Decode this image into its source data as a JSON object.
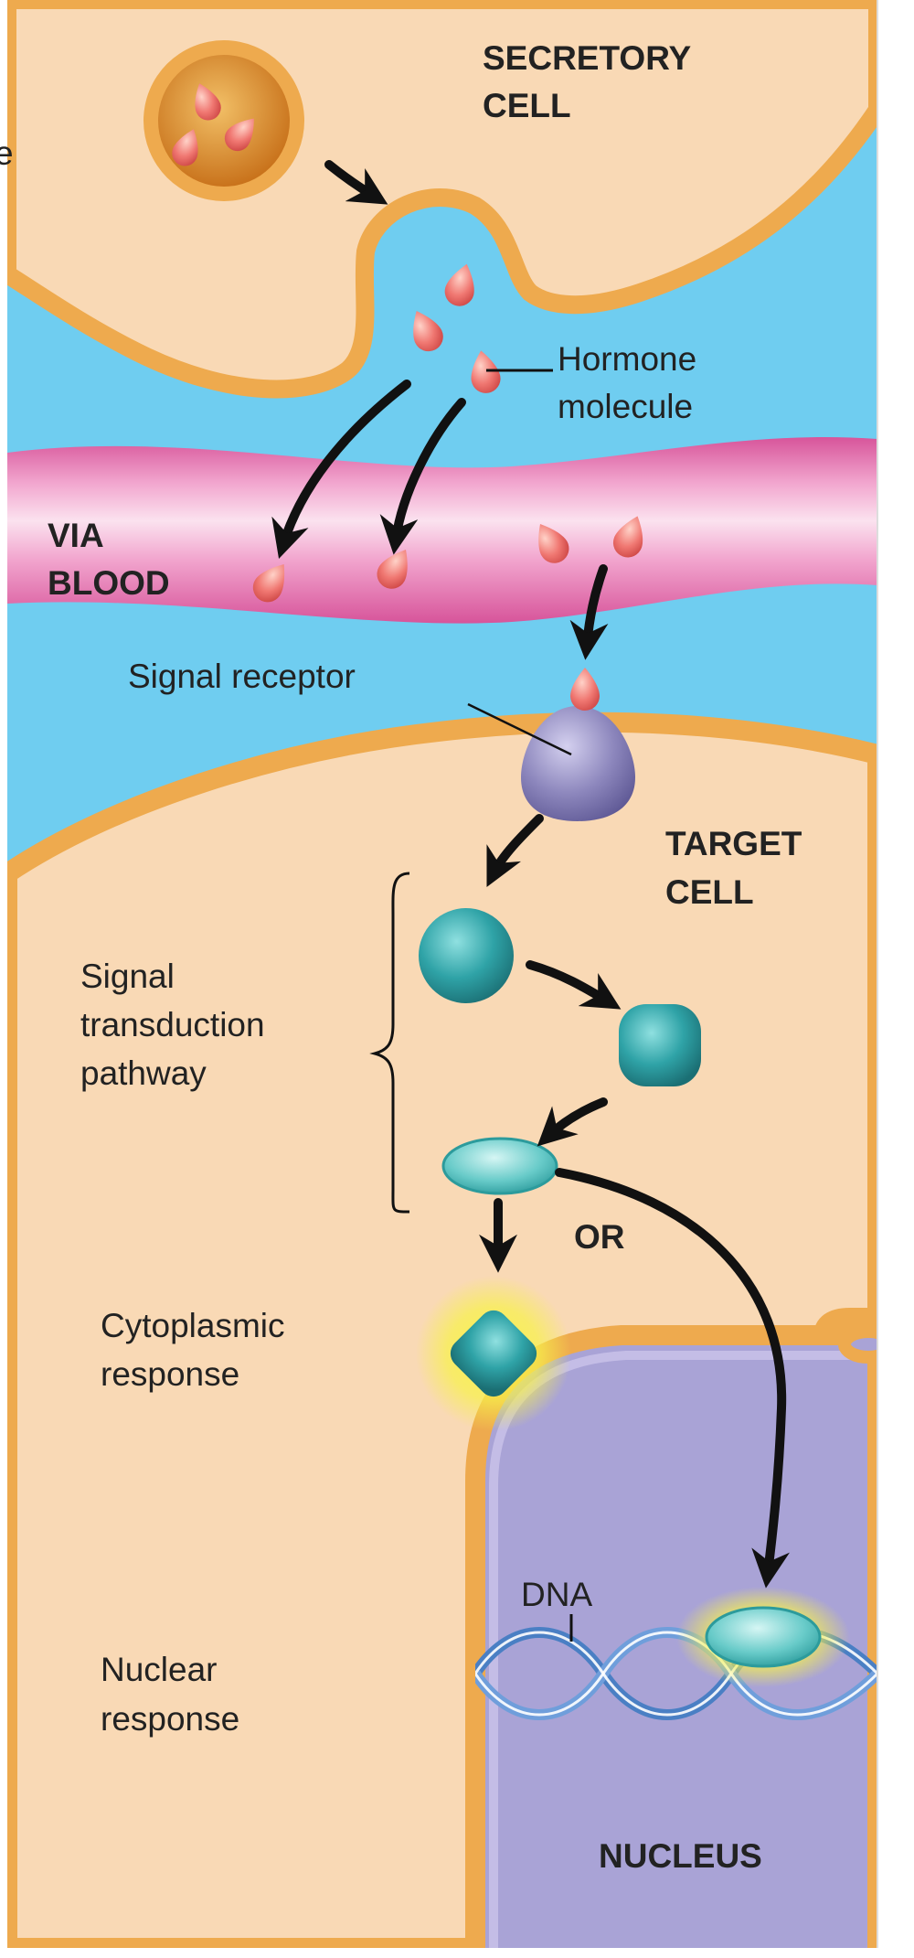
{
  "labels": {
    "secretory_cell": [
      "SECRETORY",
      "CELL"
    ],
    "hormone_molecule": [
      "Hormone",
      "molecule"
    ],
    "via_blood": [
      "VIA",
      "BLOOD"
    ],
    "signal_receptor": "Signal receptor",
    "target_cell": [
      "TARGET",
      "CELL"
    ],
    "signal_transduction": [
      "Signal",
      "transduction",
      "pathway"
    ],
    "or": "OR",
    "cytoplasmic_response": [
      "Cytoplasmic",
      "response"
    ],
    "dna": "DNA",
    "nuclear_response": [
      "Nuclear",
      "response"
    ],
    "nucleus": "NUCLEUS",
    "edge_fragment": "e"
  },
  "colors": {
    "cell_fill": "#f9d9b5",
    "membrane": "#eeaa4e",
    "extracellular": "#6fcdf0",
    "blood_vessel": "#ef8fc0",
    "hormone": "#f07872",
    "receptor": "#8d87bd",
    "relay_protein": "#2fa3a7",
    "nucleus_fill": "#a9a3d6",
    "glow": "#f3f04a"
  }
}
